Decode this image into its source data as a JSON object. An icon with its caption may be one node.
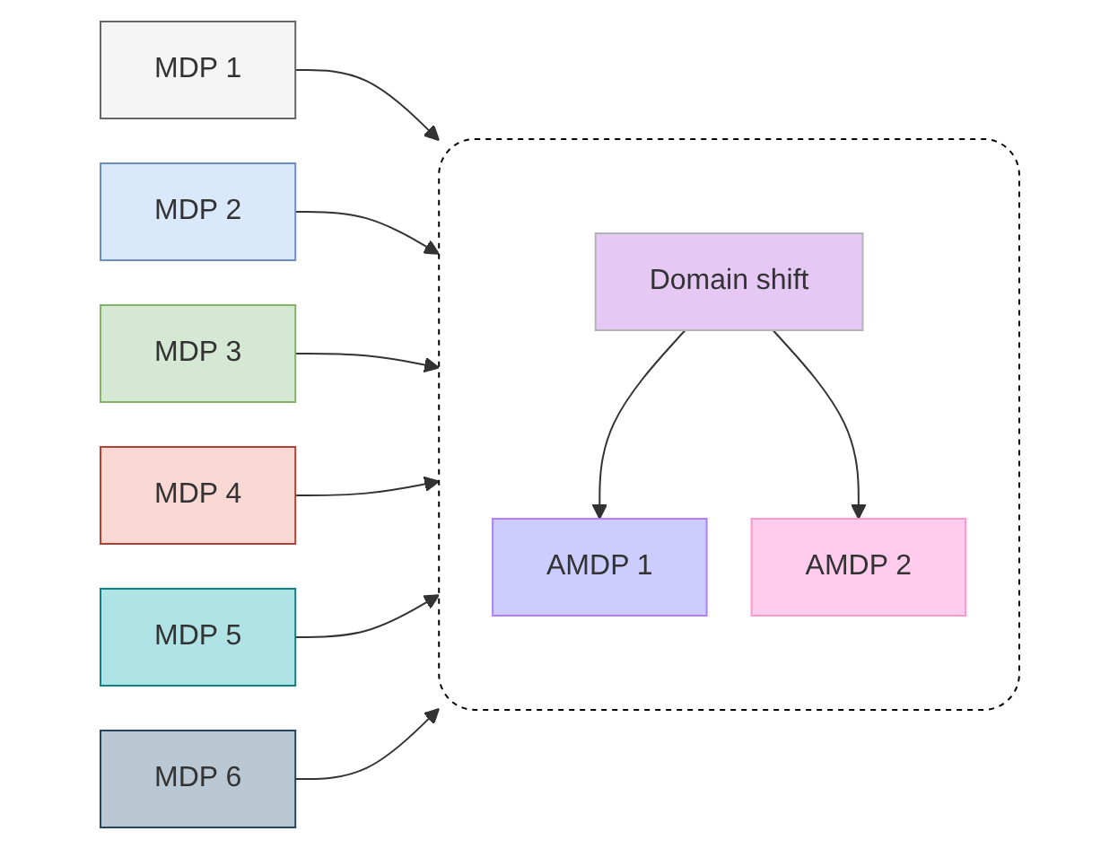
{
  "diagram": {
    "nodes": [
      {
        "text": [
          "MDP 1"
        ]
      },
      {
        "text": [
          "MDP 2"
        ]
      },
      {
        "text": [
          "MDP 3"
        ]
      },
      {
        "text": [],
        "shape": "box"
      },
      {
        "text": [
          "AMDP 1"
        ],
        "in": 3
      },
      {
        "text": [
          "Domain shift"
        ],
        "in": 3
      },
      {
        "text": [
          "AMDP 2"
        ],
        "in": 3
      },
      {
        "text": [
          "MDP 4"
        ]
      },
      {
        "text": [
          "MDP 5"
        ]
      },
      {
        "text": [
          "MDP 6"
        ]
      }
    ],
    "edges": [
      {
        "from": 0,
        "to": 3,
        "arrow": "to"
      },
      {
        "from": 1,
        "to": 3,
        "arrow": "to"
      },
      {
        "from": 2,
        "to": 3,
        "arrow": "to"
      },
      {
        "from": 5,
        "to": 4,
        "arrow": "to"
      },
      {
        "from": 5,
        "to": 6,
        "arrow": "to"
      },
      {
        "from": 7,
        "to": 3,
        "arrow": "to"
      },
      {
        "from": 8,
        "to": 3,
        "arrow": "to"
      },
      {
        "from": 9,
        "to": 3,
        "arrow": "to"
      }
    ]
  }
}
